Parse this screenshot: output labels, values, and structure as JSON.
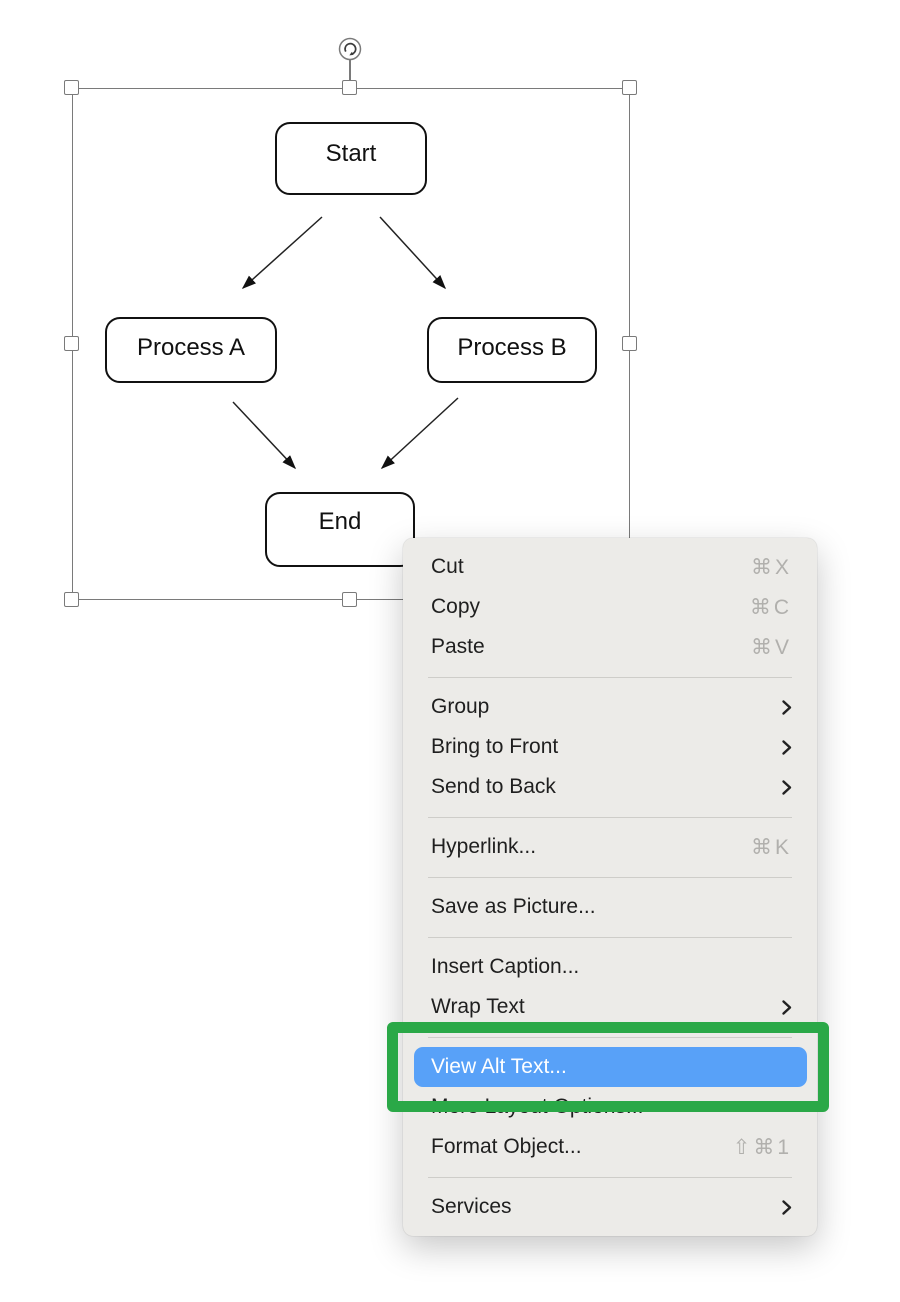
{
  "flowchart": {
    "nodes": [
      {
        "id": "start",
        "label": "Start"
      },
      {
        "id": "process-a",
        "label": "Process A"
      },
      {
        "id": "process-b",
        "label": "Process B"
      },
      {
        "id": "end",
        "label": "End"
      }
    ],
    "edges": [
      {
        "from": "Start",
        "to": "Process A"
      },
      {
        "from": "Start",
        "to": "Process B"
      },
      {
        "from": "Process A",
        "to": "End"
      },
      {
        "from": "Process B",
        "to": "End"
      }
    ]
  },
  "selection": {
    "handle_count": 8,
    "rotate_icon": "↻"
  },
  "context_menu": {
    "items": [
      {
        "type": "item",
        "label": "Cut",
        "shortcut": "⌘X"
      },
      {
        "type": "item",
        "label": "Copy",
        "shortcut": "⌘C"
      },
      {
        "type": "item",
        "label": "Paste",
        "shortcut": "⌘V"
      },
      {
        "type": "separator"
      },
      {
        "type": "item",
        "label": "Group",
        "submenu": true
      },
      {
        "type": "item",
        "label": "Bring to Front",
        "submenu": true
      },
      {
        "type": "item",
        "label": "Send to Back",
        "submenu": true
      },
      {
        "type": "separator"
      },
      {
        "type": "item",
        "label": "Hyperlink...",
        "shortcut": "⌘K"
      },
      {
        "type": "separator"
      },
      {
        "type": "item",
        "label": "Save as Picture..."
      },
      {
        "type": "separator"
      },
      {
        "type": "item",
        "label": "Insert Caption..."
      },
      {
        "type": "item",
        "label": "Wrap Text",
        "submenu": true
      },
      {
        "type": "separator"
      },
      {
        "type": "item",
        "label": "View Alt Text...",
        "highlighted": true
      },
      {
        "type": "item",
        "label": "More Layout Options..."
      },
      {
        "type": "item",
        "label": "Format Object...",
        "shortcut": "⇧⌘1"
      },
      {
        "type": "separator"
      },
      {
        "type": "item",
        "label": "Services",
        "submenu": true
      }
    ],
    "highlight_color": "#58a1f8",
    "background_color": "#ECEBE8"
  },
  "annotation": {
    "shape": "rectangle-outline",
    "color": "#2aa847",
    "target": "View Alt Text..."
  },
  "icons": {
    "submenu_chevron": "›",
    "rotate_handle": "↻",
    "command_key": "⌘",
    "shift_key": "⇧"
  }
}
